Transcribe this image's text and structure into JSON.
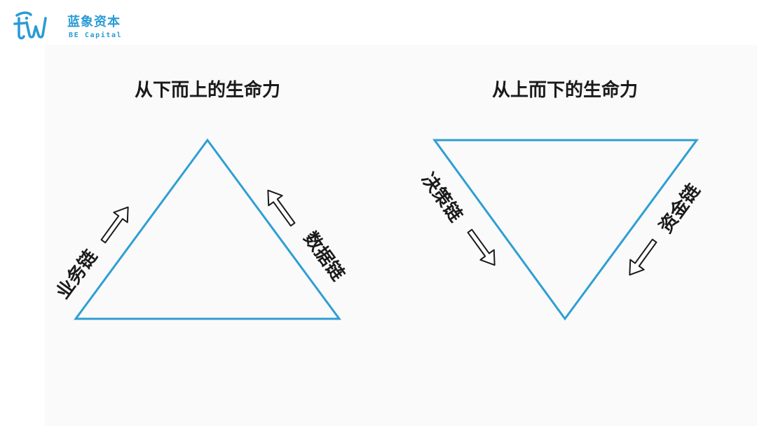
{
  "brand": {
    "name_cn": "蓝象资本",
    "name_en": "BE Capital",
    "color": "#2a9bd6"
  },
  "left_diagram": {
    "title": "从下而上的生命力",
    "shape": "upward triangle",
    "left_label": "业务链",
    "right_label": "数据链",
    "left_arrow_direction": "up",
    "right_arrow_direction": "up"
  },
  "right_diagram": {
    "title": "从上而下的生命力",
    "shape": "downward triangle",
    "left_label": "决策链",
    "right_label": "资金链",
    "left_arrow_direction": "down",
    "right_arrow_direction": "down"
  },
  "colors": {
    "triangle_stroke": "#2e9fd3",
    "arrow_stroke": "#1a1a1a",
    "text": "#1a1a1a"
  }
}
